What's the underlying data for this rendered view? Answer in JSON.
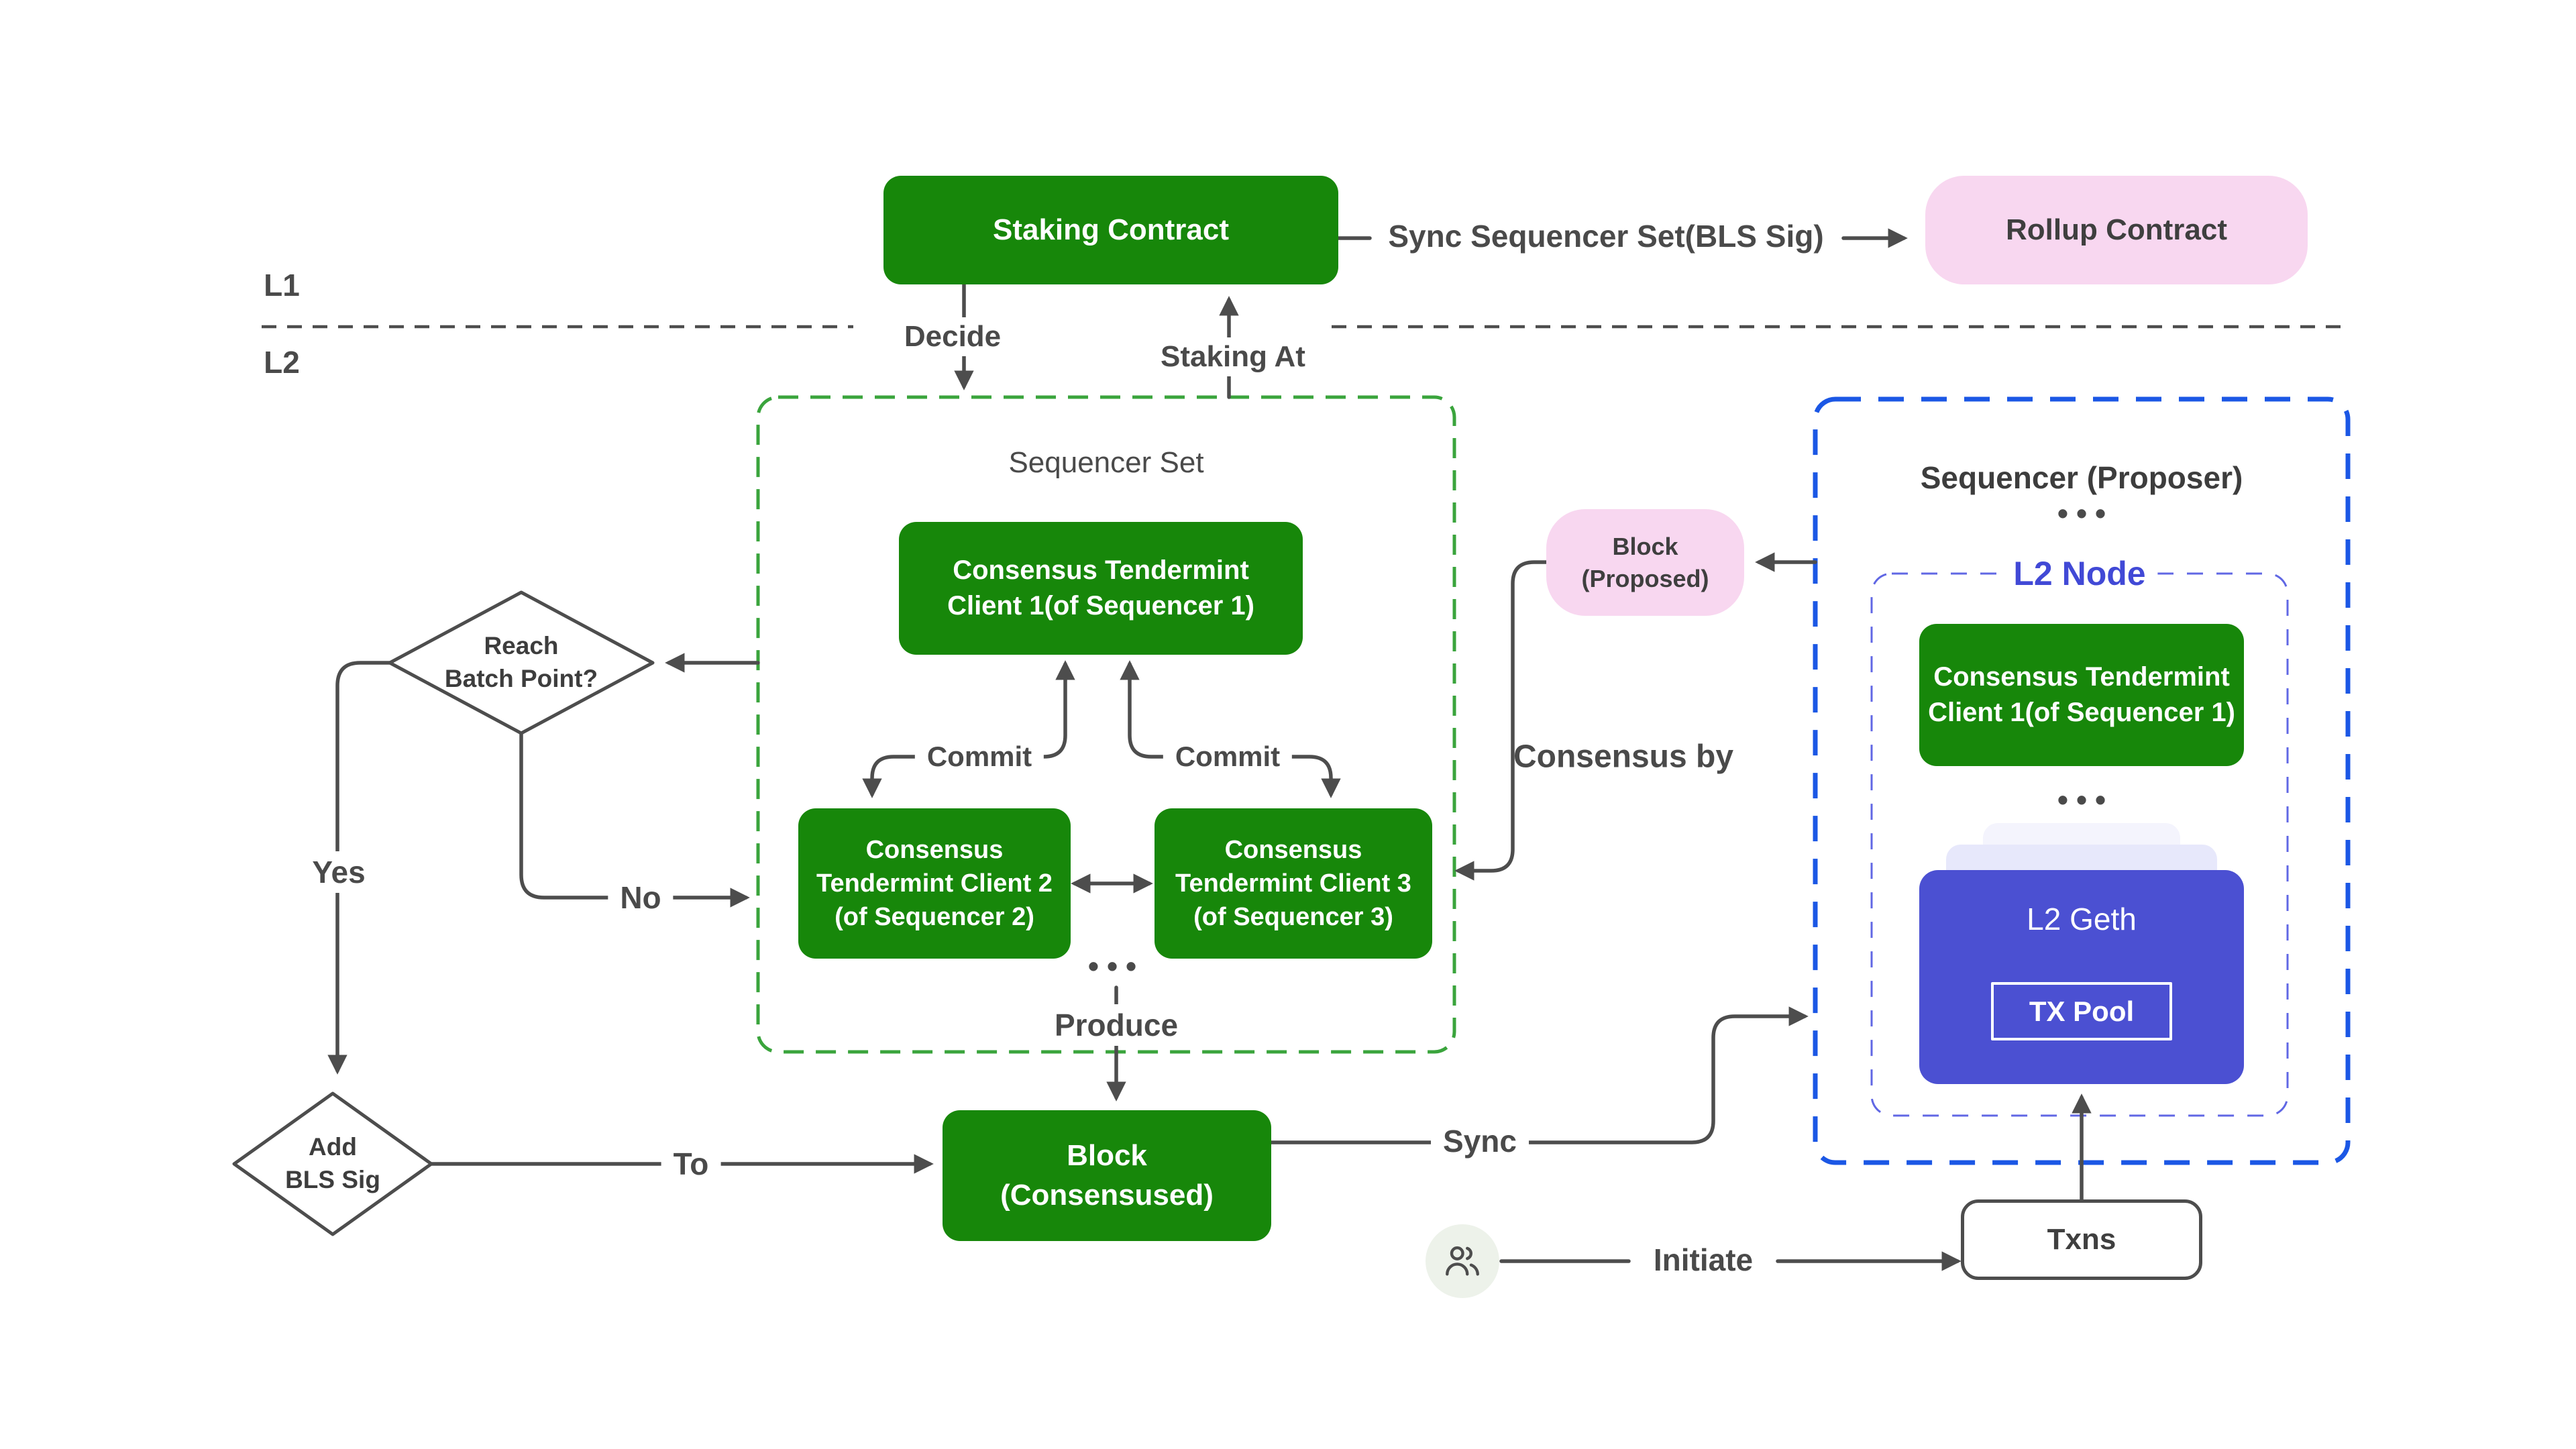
{
  "diagram": {
    "l1_label": "L1",
    "l2_label": "L2",
    "staking_contract": "Staking Contract",
    "sync_sequencer_set_label": "Sync Sequencer Set(BLS Sig)",
    "rollup_contract": "Rollup Contract",
    "decide_label": "Decide",
    "staking_at_label": "Staking At",
    "sequencer_set": {
      "title": "Sequencer Set",
      "client1": {
        "line1": "Consensus Tendermint",
        "line2": "Client 1(of Sequencer 1)"
      },
      "commit_left": "Commit",
      "commit_right": "Commit",
      "client2": {
        "line1": "Consensus",
        "line2": "Tendermint Client 2",
        "line3": "(of Sequencer 2)"
      },
      "client3": {
        "line1": "Consensus",
        "line2": "Tendermint Client 3",
        "line3": "(of Sequencer 3)"
      },
      "ellipsis": "•••",
      "produce_label": "Produce"
    },
    "decision": {
      "reach_batch": {
        "line1": "Reach",
        "line2": "Batch Point?"
      },
      "yes_label": "Yes",
      "no_label": "No",
      "add_bls": {
        "line1": "Add",
        "line2": "BLS Sig"
      },
      "to_label": "To"
    },
    "block_consensused": {
      "line1": "Block",
      "line2": "(Consensused)"
    },
    "sync_label": "Sync",
    "block_proposed": {
      "line1": "Block",
      "line2": "(Proposed)"
    },
    "consensus_by_label": "Consensus by",
    "proposer": {
      "title": "Sequencer (Proposer)",
      "ellipsis_top": "•••",
      "l2_node_label": "L2 Node",
      "client1": {
        "line1": "Consensus Tendermint",
        "line2": "Client 1(of Sequencer 1)"
      },
      "ellipsis_mid": "•••",
      "l2_geth": "L2 Geth",
      "tx_pool": "TX Pool"
    },
    "initiate_label": "Initiate",
    "txns_label": "Txns",
    "colors": {
      "box_green": "#17870a",
      "box_pink": "#f8d7f0",
      "box_purple": "#4b50d2",
      "dash_green": "#3aa43c",
      "dash_blue": "#1b57e5",
      "dash_indigo": "#6067e4",
      "l2_node_text": "#4149d6",
      "line_gray": "#4d4d4d"
    }
  }
}
